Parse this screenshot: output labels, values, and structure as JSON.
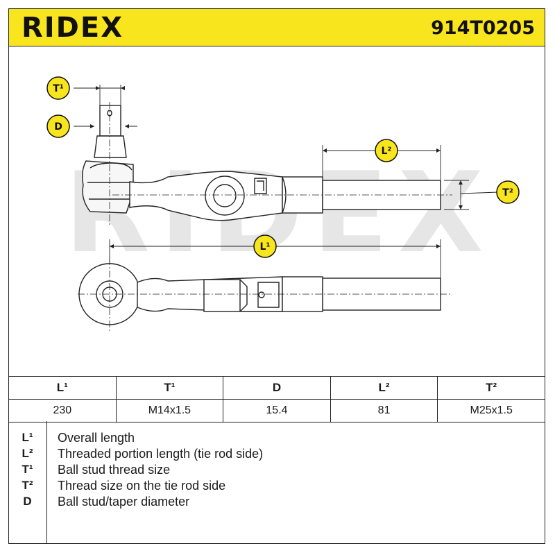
{
  "header": {
    "brand": "RIDEX",
    "part_number": "914T0205",
    "color": "#f9e51d"
  },
  "drawing": {
    "watermark": "RIDEX",
    "callouts": {
      "t1": "T¹",
      "d": "D",
      "l2": "L²",
      "t2": "T²",
      "l1": "L¹"
    }
  },
  "specs": {
    "headers": [
      "L¹",
      "T¹",
      "D",
      "L²",
      "T²"
    ],
    "values": [
      "230",
      "M14x1.5",
      "15.4",
      "81",
      "M25x1.5"
    ]
  },
  "legend": [
    {
      "symbol": "L¹",
      "text": "Overall length"
    },
    {
      "symbol": "L²",
      "text": "Threaded portion length (tie rod side)"
    },
    {
      "symbol": "T¹",
      "text": "Ball stud thread size"
    },
    {
      "symbol": "T²",
      "text": "Thread size on the tie rod side"
    },
    {
      "symbol": "D",
      "text": "Ball stud/taper diameter"
    }
  ]
}
